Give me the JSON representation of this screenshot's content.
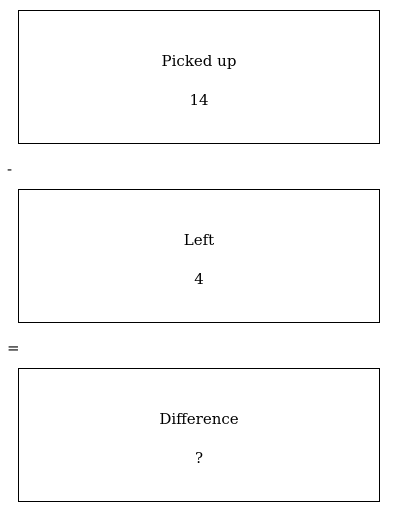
{
  "boxes": [
    {
      "label": "Picked up",
      "value": "14"
    },
    {
      "label": "Left",
      "value": "4"
    },
    {
      "label": "Difference",
      "value": "?"
    }
  ],
  "operators": [
    "-",
    "="
  ]
}
